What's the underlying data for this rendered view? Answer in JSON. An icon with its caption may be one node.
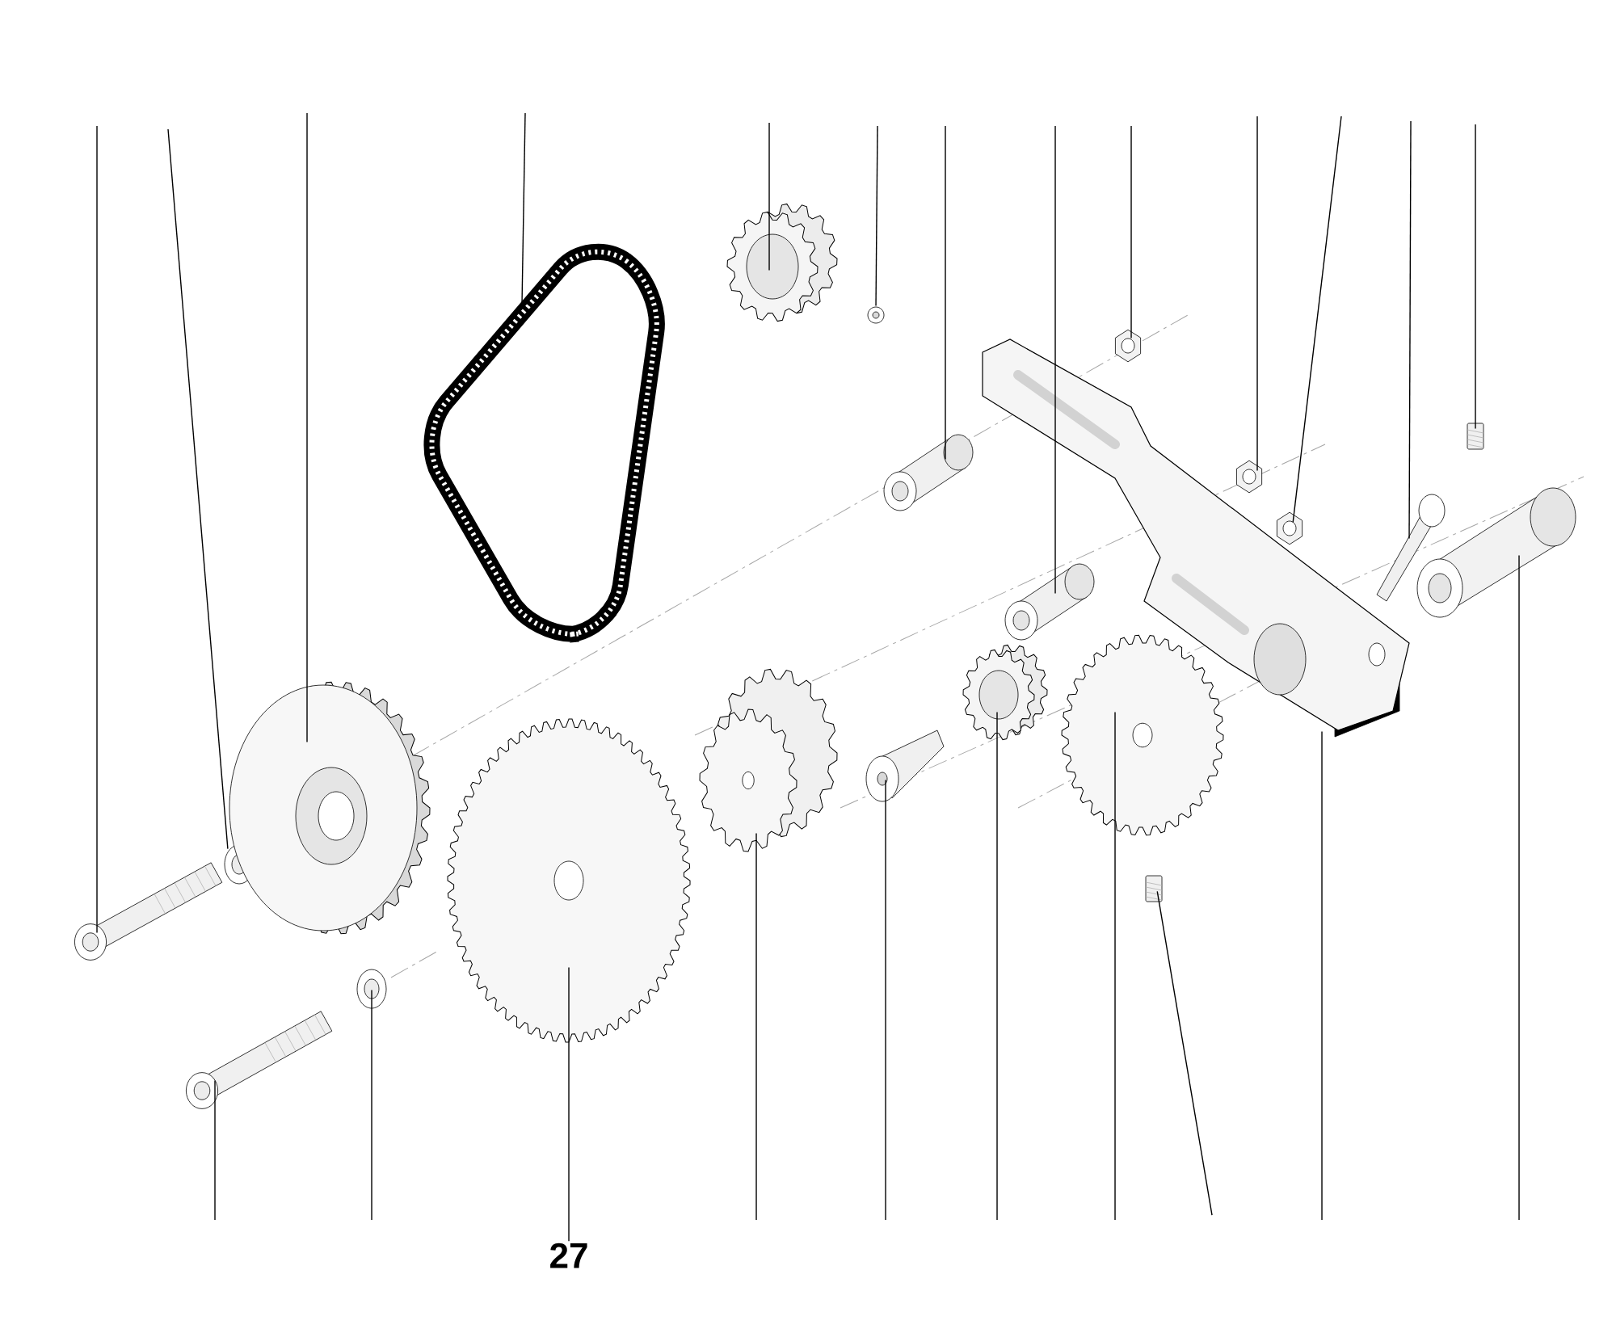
{
  "diagram": {
    "nodes": [
      {
        "text": [],
        "shape": "picture"
      },
      {
        "text": [],
        "shape": "picture"
      },
      {
        "text": [],
        "shape": "picture"
      },
      {
        "text": [],
        "shape": "picture"
      },
      {
        "text": [],
        "shape": "picture"
      },
      {
        "text": [],
        "shape": "picture"
      },
      {
        "text": [],
        "shape": "picture"
      },
      {
        "text": [],
        "shape": "picture"
      },
      {
        "text": [],
        "shape": "picture"
      },
      {
        "text": [],
        "shape": "picture"
      },
      {
        "text": [],
        "shape": "picture"
      },
      {
        "text": [],
        "shape": "picture"
      },
      {
        "text": [],
        "shape": "picture"
      },
      {
        "text": [],
        "shape": "picture"
      },
      {
        "text": [],
        "shape": "picture"
      },
      {
        "text": [],
        "shape": "picture"
      },
      {
        "text": [],
        "shape": "picture"
      },
      {
        "text": [],
        "shape": "picture"
      },
      {
        "text": [],
        "shape": "picture"
      },
      {
        "text": [],
        "shape": "picture"
      },
      {
        "text": [],
        "shape": "picture"
      },
      {
        "text": [],
        "shape": "picture"
      },
      {
        "text": [],
        "shape": "picture"
      },
      {
        "text": [
          "27"
        ]
      }
    ],
    "edges": [
      {
        "from": null,
        "to": 0,
        "arrow": "none"
      },
      {
        "from": null,
        "to": 1,
        "arrow": "none"
      },
      {
        "from": null,
        "to": 2,
        "arrow": "none"
      },
      {
        "from": null,
        "to": 3,
        "arrow": "none"
      },
      {
        "from": null,
        "to": 4,
        "arrow": "none"
      },
      {
        "from": null,
        "to": 5,
        "arrow": "none"
      },
      {
        "from": null,
        "to": 6,
        "arrow": "none"
      },
      {
        "from": null,
        "to": 7,
        "arrow": "none"
      },
      {
        "from": null,
        "to": 8,
        "arrow": "none"
      },
      {
        "from": null,
        "to": 9,
        "arrow": "none"
      },
      {
        "from": null,
        "to": 10,
        "arrow": "none"
      },
      {
        "from": null,
        "to": 11,
        "arrow": "none"
      },
      {
        "from": null,
        "to": 12,
        "arrow": "none"
      },
      {
        "from": null,
        "to": 13,
        "arrow": "none"
      },
      {
        "from": null,
        "to": 14,
        "arrow": "none"
      },
      {
        "from": null,
        "to": 15,
        "arrow": "none"
      },
      {
        "from": null,
        "to": 16,
        "arrow": "none"
      },
      {
        "from": 23,
        "to": 17,
        "arrow": "none"
      },
      {
        "from": null,
        "to": 18,
        "arrow": "none"
      },
      {
        "from": null,
        "to": 19,
        "arrow": "none"
      },
      {
        "from": null,
        "to": 20,
        "arrow": "none"
      },
      {
        "from": null,
        "to": 21,
        "arrow": "none"
      },
      {
        "from": null,
        "to": 22,
        "arrow": "none"
      }
    ]
  }
}
